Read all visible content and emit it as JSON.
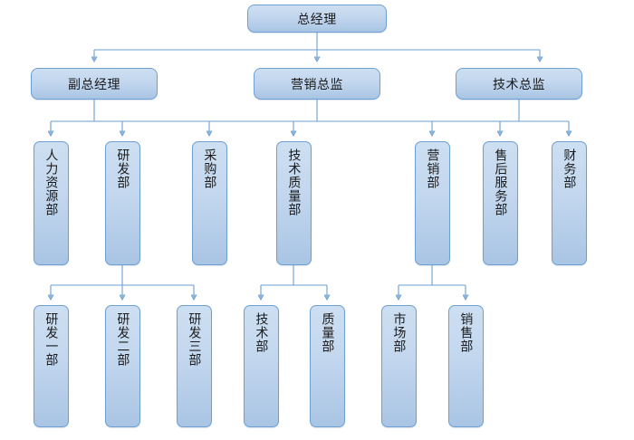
{
  "chart_data": {
    "type": "diagram",
    "diagram_type": "organization-chart",
    "title": "",
    "orientation": "top-down",
    "colors": {
      "node_fill_top": "#cddff1",
      "node_fill_bottom": "#a9c5e4",
      "node_border": "#6d9fd3",
      "connector": "#6d9fd3",
      "background": "#ffffff",
      "text": "#1b1b1b"
    },
    "levels": [
      {
        "level": 1,
        "nodes": [
          "总经理"
        ]
      },
      {
        "level": 2,
        "nodes": [
          "副总经理",
          "营销总监",
          "技术总监"
        ]
      },
      {
        "level": 3,
        "nodes": [
          "人力资源部",
          "研发部",
          "采购部",
          "技术质量部",
          "营销部",
          "售后服务部",
          "财务部"
        ]
      },
      {
        "level": 4,
        "nodes": [
          "研发一部",
          "研发二部",
          "研发三部",
          "技术部",
          "质量部",
          "市场部",
          "销售部"
        ]
      }
    ],
    "edges": [
      {
        "from": "总经理",
        "to": "副总经理"
      },
      {
        "from": "总经理",
        "to": "营销总监"
      },
      {
        "from": "总经理",
        "to": "技术总监"
      },
      {
        "from": "副总经理",
        "to": "人力资源部"
      },
      {
        "from": "副总经理",
        "to": "研发部"
      },
      {
        "from": "副总经理",
        "to": "采购部"
      },
      {
        "from": "副总经理",
        "to": "技术质量部"
      },
      {
        "from": "营销总监",
        "to": "营销部"
      },
      {
        "from": "营销总监",
        "to": "售后服务部"
      },
      {
        "from": "技术总监",
        "to": "财务部"
      },
      {
        "from": "研发部",
        "to": "研发一部"
      },
      {
        "from": "研发部",
        "to": "研发二部"
      },
      {
        "from": "研发部",
        "to": "研发三部"
      },
      {
        "from": "技术质量部",
        "to": "技术部"
      },
      {
        "from": "技术质量部",
        "to": "质量部"
      },
      {
        "from": "营销部",
        "to": "市场部"
      },
      {
        "from": "营销部",
        "to": "销售部"
      }
    ]
  },
  "nodes": {
    "general_manager": {
      "label": "总经理"
    },
    "deputy_general_manager": {
      "label": "副总经理"
    },
    "marketing_director": {
      "label": "营销总监"
    },
    "technical_director": {
      "label": "技术总监"
    },
    "hr_department": {
      "label": "人力资源部"
    },
    "rd_department": {
      "label": "研发部"
    },
    "purchasing_department": {
      "label": "采购部"
    },
    "tech_quality_department": {
      "label": "技术质量部"
    },
    "marketing_department": {
      "label": "营销部"
    },
    "after_sales_department": {
      "label": "售后服务部"
    },
    "finance_department": {
      "label": "财务部"
    },
    "rd_division_1": {
      "label": "研发一部"
    },
    "rd_division_2": {
      "label": "研发二部"
    },
    "rd_division_3": {
      "label": "研发三部"
    },
    "technology_department": {
      "label": "技术部"
    },
    "quality_department": {
      "label": "质量部"
    },
    "market_department": {
      "label": "市场部"
    },
    "sales_department": {
      "label": "销售部"
    }
  }
}
